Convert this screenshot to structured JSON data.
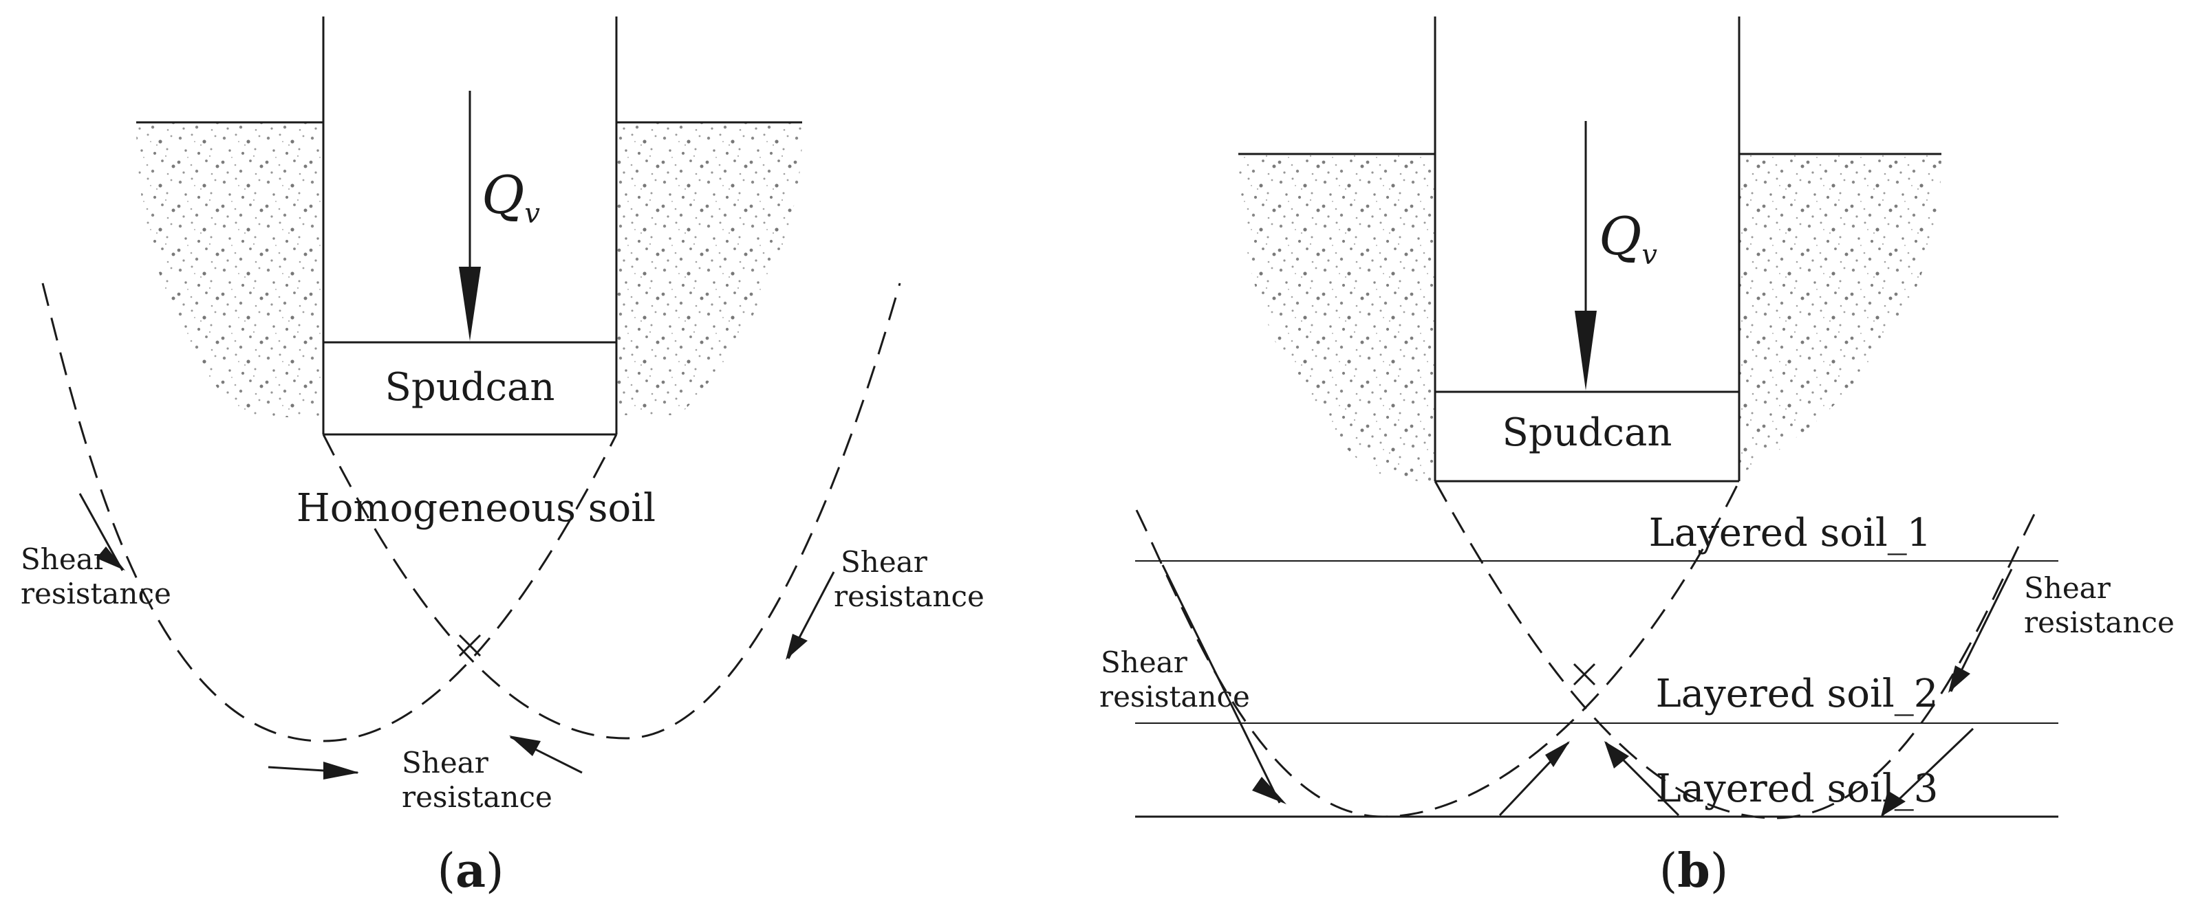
{
  "panel_a": {
    "load_symbol": "Q",
    "load_subscript": "v",
    "spudcan_label": "Spudcan",
    "soil_label": "Homogeneous soil",
    "shear_left": [
      "Shear",
      "resistance"
    ],
    "shear_right": [
      "Shear",
      "resistance"
    ],
    "shear_bottom": [
      "Shear",
      "resistance"
    ],
    "caption_open": "(",
    "caption_letter": "a",
    "caption_close": ")"
  },
  "panel_b": {
    "load_symbol": "Q",
    "load_subscript": "v",
    "spudcan_label": "Spudcan",
    "layer_1_label": "Layered soil_1",
    "layer_2_label": "Layered soil_2",
    "layer_3_label": "Layered soil_3",
    "shear_left": [
      "Shear",
      "resistance"
    ],
    "shear_right": [
      "Shear",
      "resistance"
    ],
    "caption_open": "(",
    "caption_letter": "b",
    "caption_close": ")"
  },
  "colors": {
    "line": "#1a1a1a",
    "soil_speckle": "#7a7a7a",
    "background": "#ffffff"
  }
}
